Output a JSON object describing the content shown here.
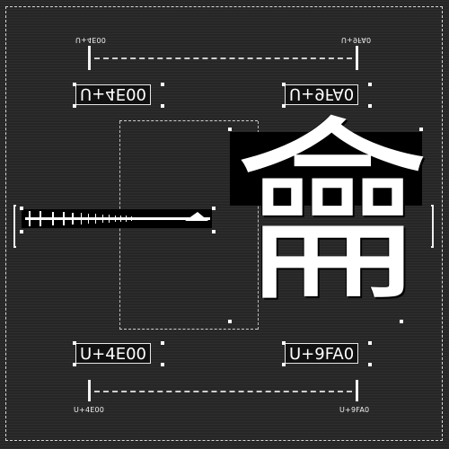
{
  "top_labels": {
    "small_left": "U+4E00",
    "small_right": "U+9FA0",
    "box_left": "U+4E00",
    "box_right": "U+9FA0"
  },
  "bottom_labels": {
    "box_left": "U+4E00",
    "box_right": "U+9FA0",
    "small_left": "U+4E00",
    "small_right": "U+9FA0"
  },
  "glyph": {
    "char": "龠"
  },
  "colors": {
    "background": "#262626",
    "foreground": "#ffffff",
    "fill": "#000000"
  }
}
